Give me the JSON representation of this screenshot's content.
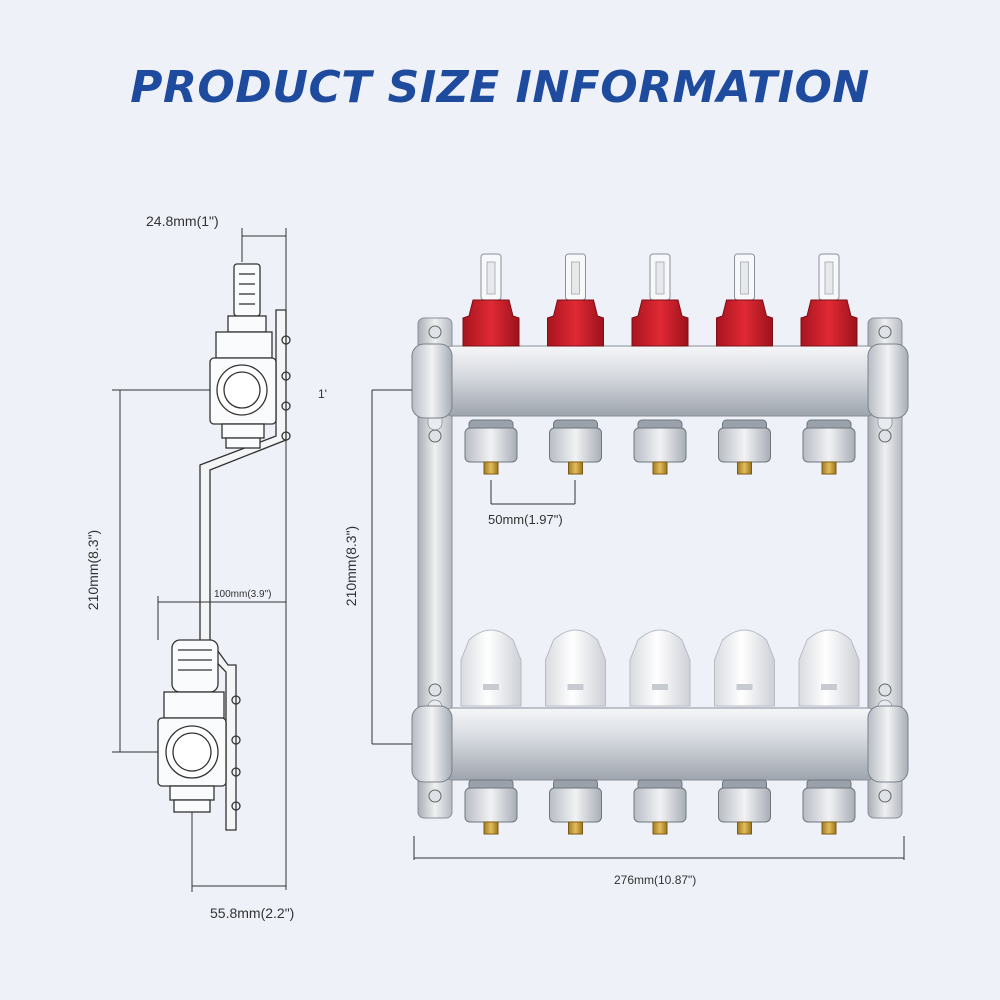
{
  "title": "PRODUCT SIZE INFORMATION",
  "colors": {
    "title": "#1e4b9e",
    "background": "#eef1f8",
    "flowmeter_cap": "#d21e2a",
    "brass": "#c9a03a",
    "steel": "#c8ccd2",
    "dimension_line": "#333333"
  },
  "side_view": {
    "top_width": "24.8mm(1\")",
    "inner_label": "1'",
    "height": "210mm(8.3\")",
    "offset": "100mm(3.9\")",
    "bottom_width": "55.8mm(2.2\")"
  },
  "front_view": {
    "outlet_count": 5,
    "height": "210mm(8.3\")",
    "spacing": "50mm(1.97\")",
    "width": "276mm(10.87\")"
  }
}
